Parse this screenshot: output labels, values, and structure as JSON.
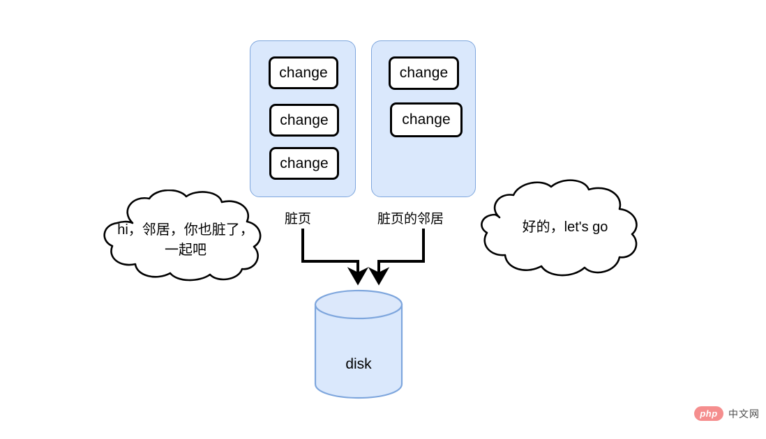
{
  "diagram": {
    "title": "dirty-page-flush-neighbors",
    "colors": {
      "panel_fill": "#dae8fc",
      "panel_stroke": "#7ea6dd",
      "box_fill": "#ffffff",
      "box_stroke": "#000000",
      "disk_fill": "#dae8fc",
      "disk_stroke": "#7ea6dd",
      "cloud_stroke": "#000000",
      "arrow_color": "#000000",
      "watermark_logo": "#f58e8e"
    },
    "panels": [
      {
        "id": "dirty-page",
        "label": "脏页",
        "boxes": [
          {
            "label": "change"
          },
          {
            "label": "change"
          },
          {
            "label": "change"
          }
        ]
      },
      {
        "id": "dirty-page-neighbor",
        "label": "脏页的邻居",
        "boxes": [
          {
            "label": "change"
          },
          {
            "label": "change"
          }
        ]
      }
    ],
    "clouds": [
      {
        "id": "left-cloud",
        "text": "hi，邻居，你也脏了，\n一起吧"
      },
      {
        "id": "right-cloud",
        "text": "好的，let's go"
      }
    ],
    "disk": {
      "label": "disk"
    },
    "arrows": [
      {
        "id": "dirty-page-to-disk",
        "from": "脏页",
        "to": "disk"
      },
      {
        "id": "neighbor-to-disk",
        "from": "脏页的邻居",
        "to": "disk"
      }
    ]
  },
  "watermark": {
    "logo_text": "php",
    "site_text": "中文网"
  }
}
